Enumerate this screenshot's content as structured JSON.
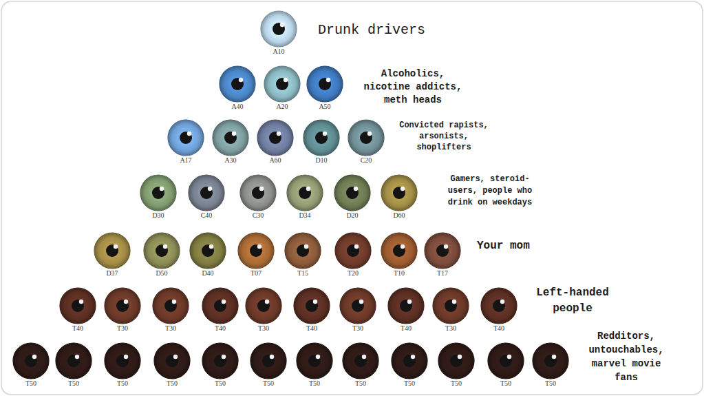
{
  "diagram": {
    "nodes": [
      {
        "text": [
          "A10"
        ]
      },
      {
        "text": [
          "A40"
        ]
      },
      {
        "text": [
          "A20"
        ]
      },
      {
        "text": [
          "A50"
        ]
      },
      {
        "text": [
          "A17"
        ]
      },
      {
        "text": [
          "A30"
        ]
      },
      {
        "text": [
          "A60"
        ]
      },
      {
        "text": [
          "D10"
        ]
      },
      {
        "text": [
          "C20"
        ]
      },
      {
        "text": [
          "D30"
        ]
      },
      {
        "text": [
          "C40"
        ]
      },
      {
        "text": [
          "C30"
        ]
      },
      {
        "text": [
          "D34"
        ]
      },
      {
        "text": [
          "D20"
        ]
      },
      {
        "text": [
          "D60"
        ]
      },
      {
        "text": [
          "D37"
        ]
      },
      {
        "text": [
          "D50"
        ]
      },
      {
        "text": [
          "D40"
        ]
      },
      {
        "text": [
          "T07"
        ]
      },
      {
        "text": [
          "T15"
        ]
      },
      {
        "text": [
          "T20"
        ]
      },
      {
        "text": [
          "T10"
        ]
      },
      {
        "text": [
          "T17"
        ]
      },
      {
        "text": [
          "T40"
        ]
      },
      {
        "text": [
          "T30"
        ]
      },
      {
        "text": [
          "T30"
        ]
      },
      {
        "text": [
          "T40"
        ]
      },
      {
        "text": [
          "T30"
        ]
      },
      {
        "text": [
          "T40"
        ]
      },
      {
        "text": [
          "T30"
        ]
      },
      {
        "text": [
          "T40"
        ]
      },
      {
        "text": [
          "T30"
        ]
      },
      {
        "text": [
          "T40"
        ]
      },
      {
        "text": [
          "T50"
        ]
      },
      {
        "text": [
          "T50"
        ]
      },
      {
        "text": [
          "T50"
        ]
      },
      {
        "text": [
          "T50"
        ]
      },
      {
        "text": [
          "T50"
        ]
      },
      {
        "text": [
          "T50"
        ]
      },
      {
        "text": [
          "T50"
        ]
      },
      {
        "text": [
          "T50"
        ]
      },
      {
        "text": [
          "T50"
        ]
      },
      {
        "text": [
          "T50"
        ]
      },
      {
        "text": [
          "T50"
        ]
      },
      {
        "text": [
          "T50"
        ]
      }
    ],
    "labels": [
      "Drunk drivers",
      "Alcoholics, nicotine addicts, meth heads",
      "Convicted rapists, arsonists, shoplifters",
      "Gamers, steroid-users, people who drink on weekdays",
      "Your mom",
      "Left-handed people",
      "Redditors, untouchables, marvel movie fans"
    ]
  }
}
